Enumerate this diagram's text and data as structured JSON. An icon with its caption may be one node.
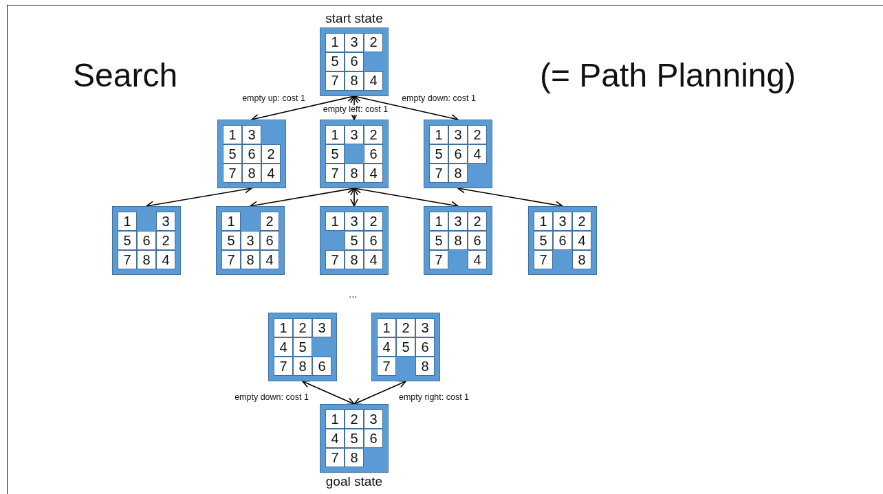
{
  "diagram": {
    "title": "Search",
    "nodes": [
      {
        "text": [
          "start state",
          "1",
          "3",
          "2",
          "5",
          "6",
          "7",
          "8",
          "4"
        ]
      },
      {
        "text": [
          "1",
          "3",
          "5",
          "6",
          "2",
          "7",
          "8",
          "4"
        ]
      },
      {
        "text": [
          "1",
          "3",
          "2",
          "5",
          "6",
          "7",
          "8",
          "4"
        ]
      },
      {
        "text": [
          "1",
          "3",
          "2",
          "5",
          "6",
          "4",
          "7",
          "8"
        ]
      },
      {
        "text": [
          "1",
          "3",
          "5",
          "6",
          "2",
          "7",
          "8",
          "4"
        ]
      },
      {
        "text": [
          "1",
          "2",
          "5",
          "3",
          "6",
          "7",
          "8",
          "4"
        ]
      },
      {
        "text": [
          "1",
          "3",
          "2",
          "5",
          "6",
          "7",
          "8",
          "4"
        ]
      },
      {
        "text": [
          "1",
          "3",
          "2",
          "5",
          "8",
          "6",
          "7",
          "4"
        ]
      },
      {
        "text": [
          "1",
          "3",
          "2",
          "5",
          "6",
          "4",
          "7",
          "8"
        ]
      },
      {
        "text": [
          "1",
          "2",
          "3",
          "4",
          "5",
          "7",
          "8",
          "6"
        ]
      },
      {
        "text": [
          "1",
          "2",
          "3",
          "4",
          "5",
          "6",
          "7",
          "8"
        ]
      },
      {
        "text": [
          "1",
          "2",
          "3",
          "4",
          "5",
          "6",
          "7",
          "8",
          "goal state"
        ]
      }
    ],
    "edges": [
      {
        "from": 0,
        "to": 1,
        "arrow": "both",
        "label": "empty up: cost 1"
      },
      {
        "from": 0,
        "to": 2,
        "arrow": "both",
        "label": "empty left: cost 1"
      },
      {
        "from": 0,
        "to": 3,
        "arrow": "both",
        "label": "empty down: cost 1"
      },
      {
        "from": 1,
        "to": 4,
        "arrow": "both"
      },
      {
        "from": 2,
        "to": 5,
        "arrow": "both"
      },
      {
        "from": 2,
        "to": 6,
        "arrow": "both"
      },
      {
        "from": 2,
        "to": 7,
        "arrow": "both"
      },
      {
        "from": 3,
        "to": 8,
        "arrow": "both"
      },
      {
        "from": 9,
        "to": 11,
        "arrow": "both",
        "label": "empty down: cost 1"
      },
      {
        "from": 10,
        "to": 11,
        "arrow": "both",
        "label": "empty right: cost 1"
      }
    ],
    "labels": [
      "(= Path Planning)",
      "..."
    ]
  }
}
